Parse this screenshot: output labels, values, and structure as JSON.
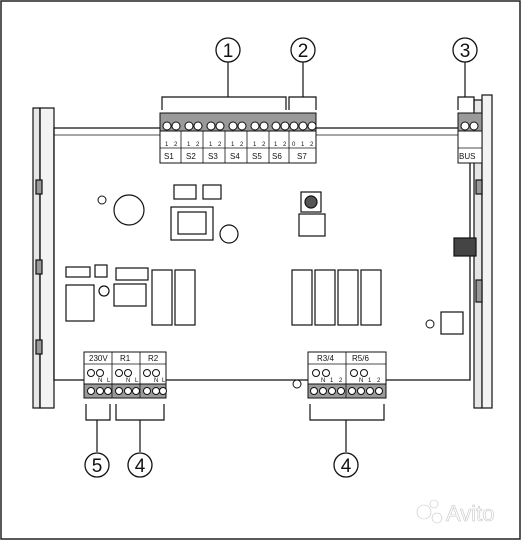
{
  "callouts": {
    "c1": "1",
    "c2": "2",
    "c3": "3",
    "c4a": "4",
    "c4b": "4",
    "c5": "5"
  },
  "top_terminals": {
    "s1": "S1",
    "s2": "S2",
    "s3": "S3",
    "s4": "S4",
    "s5": "S5",
    "s6": "S6",
    "s7": "S7",
    "bus": "BUS",
    "pin_1": "1",
    "pin_2": "2",
    "pin_0": "0"
  },
  "bottom_terminals": {
    "v230": "230V",
    "r1": "R1",
    "r2": "R2",
    "r34": "R3/4",
    "r56": "R5/6",
    "pin_n": "N",
    "pin_l": "L",
    "pin_1": "1",
    "pin_2": "2"
  },
  "watermark": "Avito",
  "colors": {
    "line": "#111111",
    "board": "#ffffff",
    "frame_shade": "#cfcfcf"
  }
}
